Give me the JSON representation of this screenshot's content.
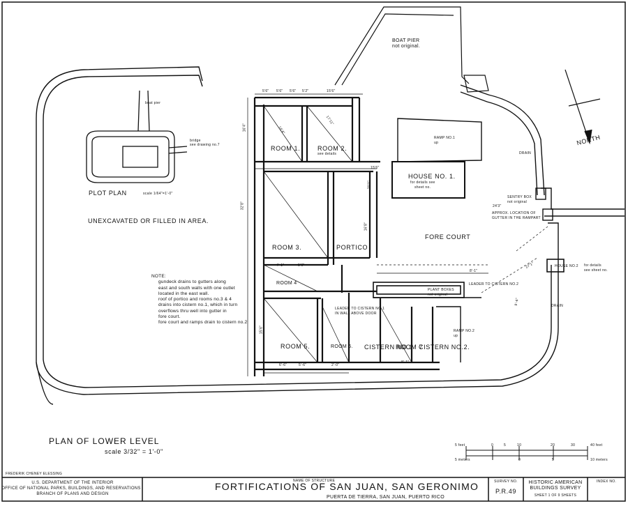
{
  "drawing": {
    "rooms": {
      "room1": "ROOM 1.",
      "room2": "ROOM 2.",
      "room2_note": "see details",
      "room3": "ROOM 3.",
      "room4": "ROOM 4",
      "room5": "ROOM 5.",
      "room6": "ROOM 6.",
      "portico": "PORTICO",
      "fore_court": "FORE COURT",
      "cistern1": "CISTERN NO.1",
      "room7": "ROOM 7",
      "cistern2": "CISTERN NO.2."
    },
    "callouts": {
      "boat_pier": "BOAT PIER",
      "boat_pier_note": "not original.",
      "north": "NORTH",
      "drain_upper": "DRAIN",
      "drain_lower": "DRAIN",
      "ramp1": "RAMP NO.1",
      "ramp1_dir": "up",
      "house1": "HOUSE NO. 1.",
      "house1_note1": "for details see",
      "house1_note2": "sheet no.",
      "sentry_box": "SENTRY BOX",
      "sentry_box_note": "not original",
      "gutter1": "APPROX. LOCATION OF",
      "gutter2": "GUTTER IN THE RAMPART",
      "house2": "HOUSE NO.2",
      "house2_note1": "for details",
      "house2_note2": "see sheet no.",
      "leader2": "LEADER TO CISTERN NO.2",
      "planter1": "PLANT BOXES",
      "planter2": "not original",
      "leader1a": "LEADER TO CISTERN NO.1",
      "leader1b": "IN WALL ABOVE DOOR",
      "ramp2": "RAMP NO.2",
      "ramp2_dir": "up",
      "unexcavated": "UNEXCAVATED OR FILLED IN AREA.",
      "plot_plan": "PLOT PLAN",
      "plot_scale": "scale 1/64\"=1'-0\"",
      "plot_pier": "boat pier",
      "plot_bridge1": "bridge",
      "plot_bridge2": "see drawing no.7"
    },
    "dims": [
      "5'6\"",
      "5'6\"",
      "5'6\"",
      "5'2\"",
      "15'6\"",
      "16'4\"",
      "16'4\"",
      "17'11\"",
      "32'8\"",
      "24'3\"",
      "15'6\"",
      "16'8\"",
      "20'1\"",
      "8'-1\"",
      "5'6\"",
      "4'-1\"",
      "5'-6\"",
      "2'-0\"",
      "8'-1\"",
      "27'1\"",
      "9'-6\"",
      "15'6\"",
      "6'-6\""
    ],
    "note": {
      "heading": "NOTE:",
      "lines": [
        "gundeck drains to gutters along",
        "east and south walls with one outlet",
        "located in the east wall.",
        "roof of portico and rooms no.3 & 4",
        "drains into cistern no.1, which in turn",
        "overflows thru well into gutter in",
        "fore court.",
        "fore court and ramps drain to cistern no.2"
      ]
    },
    "plan_title": "PLAN OF LOWER LEVEL",
    "plan_scale": "scale  3/32\" = 1'-0\"",
    "scale_bar": {
      "feet_label": "40 feet",
      "feet_ticks": [
        "0",
        "5",
        "10",
        "20",
        "30"
      ],
      "feet_prefix": "5 feet",
      "meter_label": "10 meters",
      "meter_ticks": [
        "0",
        "5"
      ],
      "meter_prefix": "5 meters"
    },
    "delineator": "FREDERIK CHENEY ELESSING"
  },
  "title_block": {
    "agency1": "U.S. DEPARTMENT OF THE INTERIOR",
    "agency2": "OFFICE OF NATIONAL PARKS, BUILDINGS, AND RESERVATIONS",
    "agency3": "BRANCH OF PLANS AND DESIGN",
    "structure_label": "NAME OF STRUCTURE",
    "structure": "FORTIFICATIONS OF SAN JUAN,  SAN GERONIMO",
    "location": "PUERTA  DE  TIERRA,      SAN  JUAN,      PUERTO  RICO",
    "survey_label": "SURVEY NO.",
    "survey_no": "P.R.49",
    "habs1": "HISTORIC AMERICAN",
    "habs2": "BUILDINGS SURVEY",
    "sheet": "SHEET  1  OF  9  SHEETS",
    "index_label": "INDEX NO."
  },
  "colors": {
    "ink": "#111111",
    "paper": "#ffffff"
  }
}
